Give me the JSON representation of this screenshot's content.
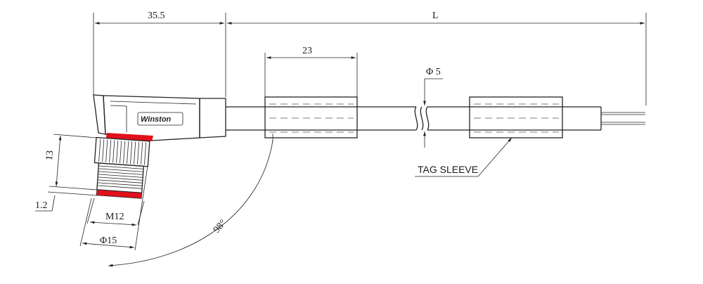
{
  "dimensions": {
    "connector_length": "35.5",
    "cable_length": "L",
    "sleeve_width": "23",
    "cable_diameter": "Φ 5",
    "thread": "M12",
    "nut_diameter": "Φ15",
    "height": "13",
    "gap": "1.2",
    "angle": "98°"
  },
  "labels": {
    "brand": "Winston",
    "tag_sleeve": "TAG SLEEVE"
  },
  "colors": {
    "accent_red": "#e0101c",
    "line": "#222222",
    "connector_fill": "#f4f4f4"
  }
}
